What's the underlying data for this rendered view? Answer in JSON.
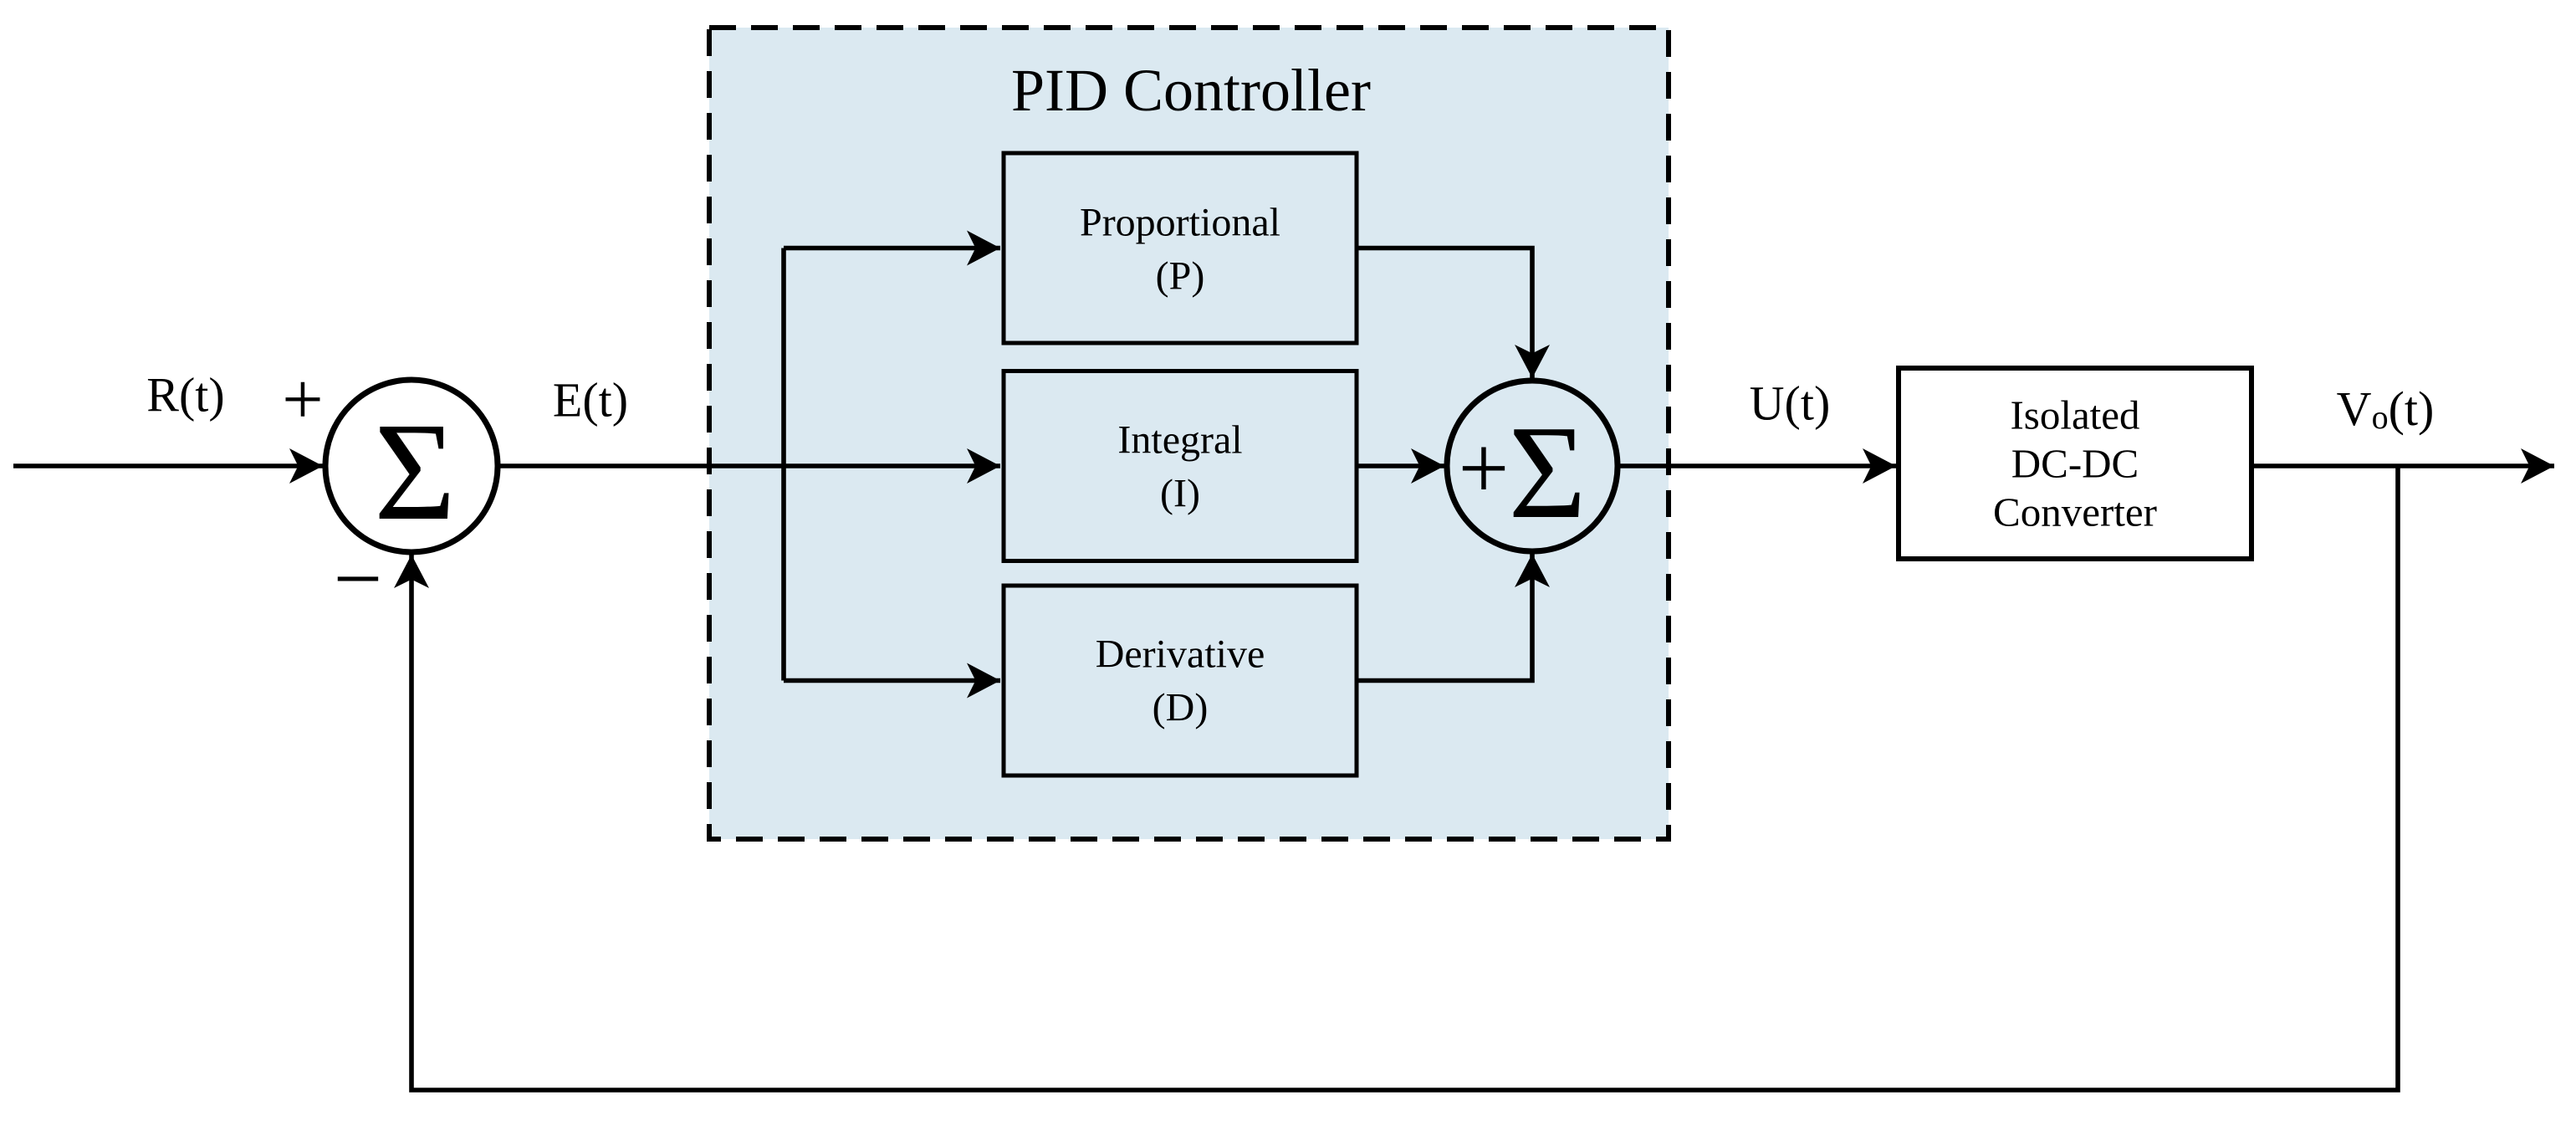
{
  "diagram": {
    "title": "PID Controller",
    "labels": {
      "input": "R(t)",
      "error": "E(t)",
      "control": "U(t)",
      "output_v": "V",
      "output_sub": "o",
      "output_t": "(t)"
    },
    "sum1": {
      "symbol": "Σ",
      "plus": "+",
      "minus": "−"
    },
    "sum2": {
      "plus": "+",
      "symbol": "Σ"
    },
    "blocks": {
      "proportional": {
        "line1": "Proportional",
        "line2": "(P)"
      },
      "integral": {
        "line1": "Integral",
        "line2": "(I)"
      },
      "derivative": {
        "line1": "Derivative",
        "line2": "(D)"
      }
    },
    "plant": {
      "line1": "Isolated",
      "line2": "DC-DC",
      "line3": "Converter"
    },
    "colors": {
      "pid_box_fill": "#dbe9f1",
      "stroke": "#000000",
      "background": "#ffffff",
      "block_fill": "#dbe9f1",
      "plant_fill": "#ffffff"
    }
  }
}
